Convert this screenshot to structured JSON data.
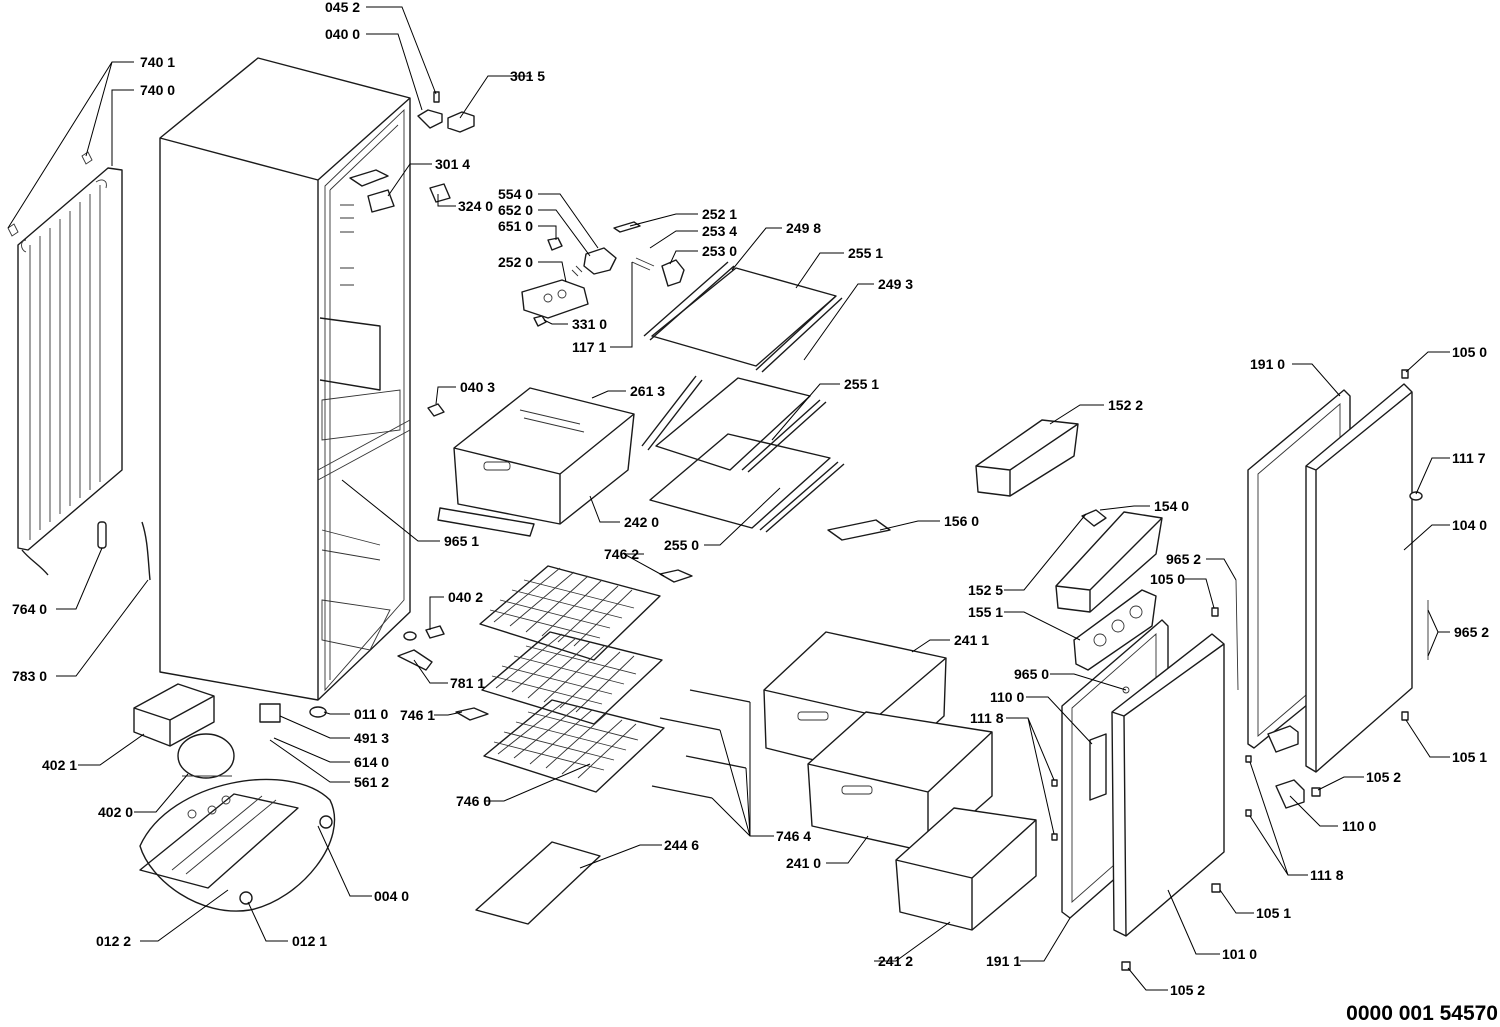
{
  "document_number": "0000 001 54570",
  "labels": [
    {
      "id": "045-2",
      "text": "045 2"
    },
    {
      "id": "040-0",
      "text": "040 0"
    },
    {
      "id": "301-5",
      "text": "301 5"
    },
    {
      "id": "740-1",
      "text": "740 1"
    },
    {
      "id": "740-0",
      "text": "740 0"
    },
    {
      "id": "301-4",
      "text": "301 4"
    },
    {
      "id": "324-0",
      "text": "324 0"
    },
    {
      "id": "554-0",
      "text": "554 0"
    },
    {
      "id": "652-0",
      "text": "652 0"
    },
    {
      "id": "651-0",
      "text": "651 0"
    },
    {
      "id": "252-1",
      "text": "252 1"
    },
    {
      "id": "253-4",
      "text": "253 4"
    },
    {
      "id": "249-8",
      "text": "249 8"
    },
    {
      "id": "253-0",
      "text": "253 0"
    },
    {
      "id": "252-0",
      "text": "252 0"
    },
    {
      "id": "255-1a",
      "text": "255 1"
    },
    {
      "id": "249-3",
      "text": "249 3"
    },
    {
      "id": "331-0",
      "text": "331 0"
    },
    {
      "id": "117-1",
      "text": "117 1"
    },
    {
      "id": "191-0",
      "text": "191 0"
    },
    {
      "id": "105-0a",
      "text": "105 0"
    },
    {
      "id": "040-3",
      "text": "040 3"
    },
    {
      "id": "261-3",
      "text": "261 3"
    },
    {
      "id": "255-1b",
      "text": "255 1"
    },
    {
      "id": "152-2",
      "text": "152 2"
    },
    {
      "id": "111-7",
      "text": "111 7"
    },
    {
      "id": "242-0",
      "text": "242 0"
    },
    {
      "id": "154-0",
      "text": "154 0"
    },
    {
      "id": "156-0",
      "text": "156 0"
    },
    {
      "id": "104-0",
      "text": "104 0"
    },
    {
      "id": "965-1",
      "text": "965 1"
    },
    {
      "id": "255-0",
      "text": "255 0"
    },
    {
      "id": "746-2",
      "text": "746 2"
    },
    {
      "id": "965-2a",
      "text": "965 2"
    },
    {
      "id": "105-0b",
      "text": "105 0"
    },
    {
      "id": "152-5",
      "text": "152 5"
    },
    {
      "id": "155-1",
      "text": "155 1"
    },
    {
      "id": "764-0",
      "text": "764 0"
    },
    {
      "id": "040-2",
      "text": "040 2"
    },
    {
      "id": "965-2b",
      "text": "965 2"
    },
    {
      "id": "241-1",
      "text": "241 1"
    },
    {
      "id": "965-0",
      "text": "965 0"
    },
    {
      "id": "783-0",
      "text": "783 0"
    },
    {
      "id": "781-1",
      "text": "781 1"
    },
    {
      "id": "110-0a",
      "text": "110 0"
    },
    {
      "id": "011-0",
      "text": "011 0"
    },
    {
      "id": "746-1",
      "text": "746 1"
    },
    {
      "id": "111-8a",
      "text": "111 8"
    },
    {
      "id": "491-3",
      "text": "491 3"
    },
    {
      "id": "105-1a",
      "text": "105 1"
    },
    {
      "id": "402-1",
      "text": "402 1"
    },
    {
      "id": "614-0",
      "text": "614 0"
    },
    {
      "id": "561-2",
      "text": "561 2"
    },
    {
      "id": "105-2a",
      "text": "105 2"
    },
    {
      "id": "402-0",
      "text": "402 0"
    },
    {
      "id": "746-0",
      "text": "746 0"
    },
    {
      "id": "110-0b",
      "text": "110 0"
    },
    {
      "id": "746-4",
      "text": "746 4"
    },
    {
      "id": "244-6",
      "text": "244 6"
    },
    {
      "id": "241-0",
      "text": "241 0"
    },
    {
      "id": "111-8b",
      "text": "111 8"
    },
    {
      "id": "004-0",
      "text": "004 0"
    },
    {
      "id": "105-1b",
      "text": "105 1"
    },
    {
      "id": "012-2",
      "text": "012 2"
    },
    {
      "id": "012-1",
      "text": "012 1"
    },
    {
      "id": "241-2",
      "text": "241 2"
    },
    {
      "id": "191-1",
      "text": "191 1"
    },
    {
      "id": "101-0",
      "text": "101 0"
    },
    {
      "id": "105-2b",
      "text": "105 2"
    }
  ]
}
